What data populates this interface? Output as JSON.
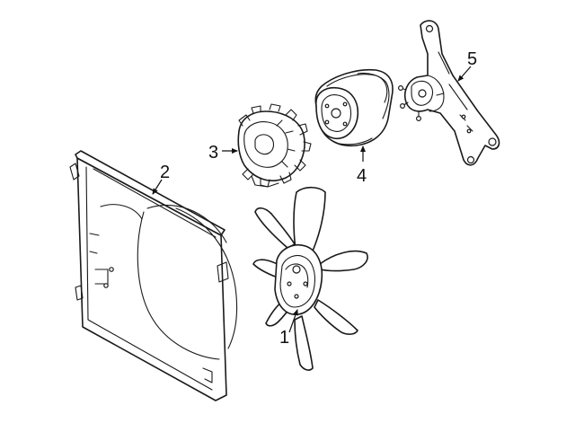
{
  "callouts": {
    "fan": "1",
    "shroud": "2",
    "clutch": "3",
    "pulley": "4",
    "bracket": "5"
  },
  "colors": {
    "line": "#1a1a1a",
    "background": "#ffffff"
  }
}
